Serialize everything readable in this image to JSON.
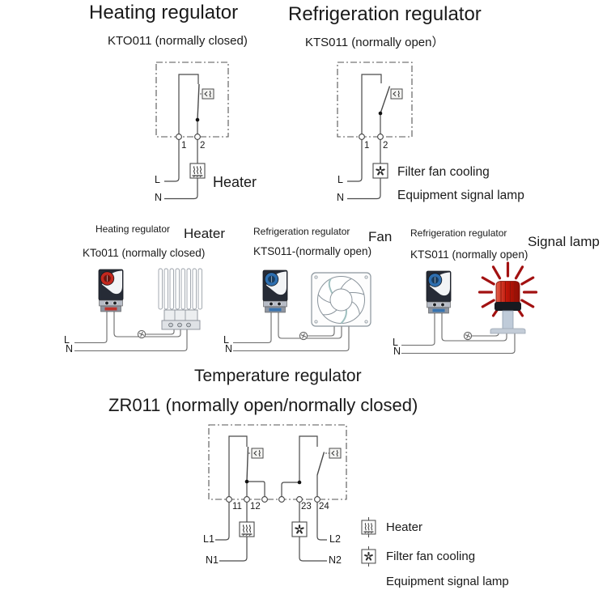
{
  "top_left_circuit": {
    "title": "Heating regulator",
    "model": "KTO011 (normally closed)",
    "terminal_1": "1",
    "terminal_2": "2",
    "line_live": "L",
    "line_neutral": "N",
    "load_label": "Heater"
  },
  "top_right_circuit": {
    "title": "Refrigeration regulator",
    "model": "KTS011 (normally open）",
    "terminal_1": "1",
    "terminal_2": "2",
    "line_live": "L",
    "line_neutral": "N",
    "load_label_1": "Filter fan cooling",
    "load_label_2": "Equipment signal lamp"
  },
  "middle_row": {
    "groups": [
      {
        "regulator": "Heating regulator",
        "device": "Heater",
        "model": "KTo011 (normally closed)",
        "line_live": "L",
        "line_neutral": "N"
      },
      {
        "regulator": "Refrigeration regulator",
        "device": "Fan",
        "model": "KTS011-(normally open)",
        "line_live": "L",
        "line_neutral": "N"
      },
      {
        "regulator": "Refrigeration regulator",
        "device": "Signal lamp",
        "model": "KTS011 (normally open)",
        "line_live": "L",
        "line_neutral": "N"
      }
    ]
  },
  "bottom_section": {
    "title": "Temperature regulator",
    "model": "ZR011 (normally open/normally closed)",
    "terminal_11": "11",
    "terminal_12": "12",
    "terminal_23": "23",
    "terminal_24": "24",
    "line_l1": "L1",
    "line_n1": "N1",
    "line_l2": "L2",
    "line_n2": "N2",
    "legend": [
      {
        "icon": "heater-icon",
        "label": "Heater"
      },
      {
        "icon": "fan-icon",
        "label": "Filter fan cooling"
      },
      {
        "icon": "none",
        "label": "Equipment signal lamp"
      }
    ]
  },
  "icons": {
    "thermostat_contact": "thermostat-contact-icon",
    "heater_symbol": "heater-icon",
    "fan_symbol": "fan-icon",
    "ground_screw": "ground-screw-icon"
  },
  "colors": {
    "line": "#4a4a4a",
    "text": "#1a1a1a",
    "heating_accent": "#c4281e",
    "cooling_accent": "#2e6fb0",
    "lamp_red": "#c01508",
    "ray_red": "#a21111"
  }
}
